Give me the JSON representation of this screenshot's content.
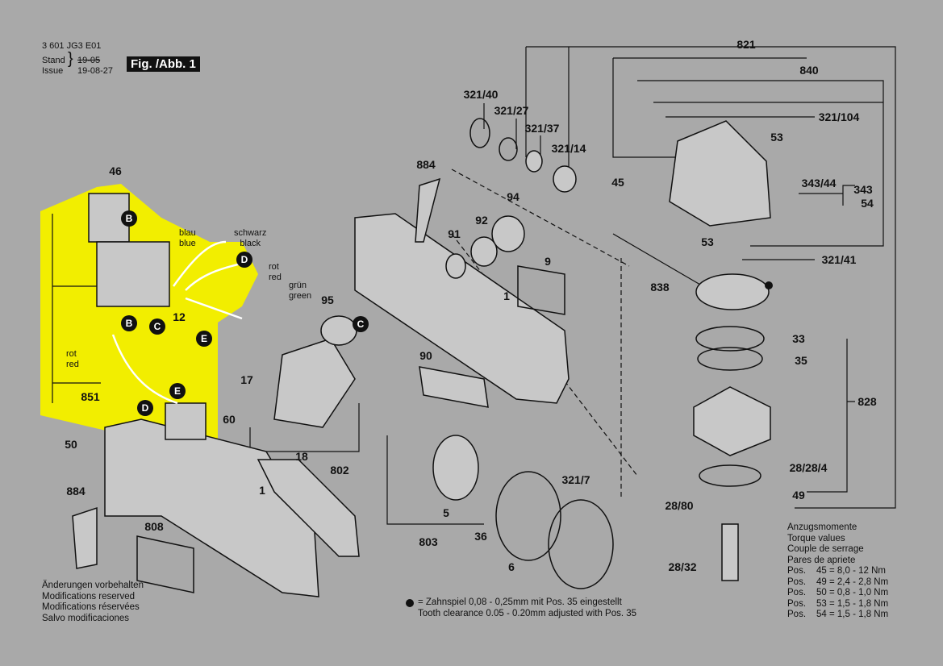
{
  "header": {
    "doc_number": "3 601 JG3 E01",
    "stand_label": "Stand",
    "issue_label": "Issue",
    "stand_date": "19-05",
    "issue_date": "19-08-27",
    "figure_label": "Fig. /Abb. 1"
  },
  "part_numbers": [
    "46",
    "821",
    "840",
    "321/104",
    "53",
    "343/44",
    "343",
    "54",
    "53",
    "321/41",
    "838",
    "33",
    "35",
    "828",
    "28/28/4",
    "49",
    "28/80",
    "28/32",
    "321/40",
    "321/27",
    "321/37",
    "321/14",
    "884",
    "45",
    "94",
    "92",
    "91",
    "9",
    "1",
    "95",
    "90",
    "17",
    "60",
    "50",
    "18",
    "1",
    "802",
    "5",
    "36",
    "803",
    "321/7",
    "6",
    "884",
    "808",
    "851",
    "12"
  ],
  "wire_labels": {
    "blue": [
      "blau",
      "blue"
    ],
    "black": [
      "schwarz",
      "black"
    ],
    "red1": [
      "rot",
      "red"
    ],
    "green": [
      "grün",
      "green"
    ],
    "red2": [
      "rot",
      "red"
    ]
  },
  "connectors": [
    "B",
    "D",
    "C",
    "E",
    "B",
    "E",
    "D",
    "C"
  ],
  "disclaimer": [
    "Änderungen vorbehalten",
    "Modifications reserved",
    "Modifications réservées",
    "Salvo modificaciones"
  ],
  "clearance_note": [
    "= Zahnspiel 0,08 - 0,25mm mit Pos. 35 eingestellt",
    "Tooth clearance 0.05 - 0.20mm adjusted with Pos. 35"
  ],
  "torque": {
    "titles": [
      "Anzugsmomente",
      "Torque values",
      "Couple de serrage",
      "Pares de apriete"
    ],
    "rows": [
      {
        "label": "Pos.",
        "value": "45 = 8,0 - 12  Nm"
      },
      {
        "label": "Pos.",
        "value": "49 = 2,4 - 2,8 Nm"
      },
      {
        "label": "Pos.",
        "value": "50 = 0,8 - 1,0 Nm"
      },
      {
        "label": "Pos.",
        "value": "53 = 1,5 - 1,8 Nm"
      },
      {
        "label": "Pos.",
        "value": "54 = 1,5 - 1,8 Nm"
      }
    ]
  },
  "colors": {
    "background": "#a9a9a9",
    "highlight": "#f2ee00",
    "ink": "#111111"
  }
}
